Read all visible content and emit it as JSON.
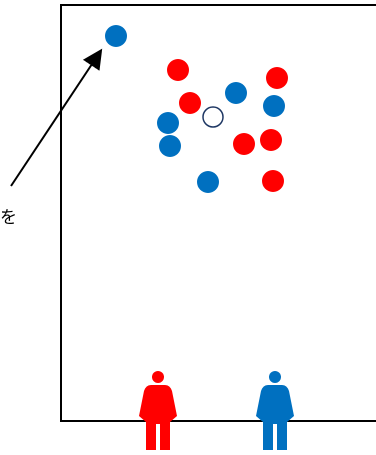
{
  "annotation": {
    "text": "を"
  },
  "colors": {
    "red": "#ff0000",
    "blue": "#0070c0",
    "outline": "#1f3864",
    "frame": "#000000"
  },
  "dots": [
    {
      "id": "blue-dot-target",
      "color": "blue"
    },
    {
      "id": "red-dot-1",
      "color": "red"
    },
    {
      "id": "red-dot-2",
      "color": "red"
    },
    {
      "id": "red-dot-3",
      "color": "red"
    },
    {
      "id": "blue-dot-1",
      "color": "blue"
    },
    {
      "id": "blue-dot-2",
      "color": "blue"
    },
    {
      "id": "blue-dot-3",
      "color": "blue"
    },
    {
      "id": "hollow-dot",
      "color": "outline"
    },
    {
      "id": "blue-dot-4",
      "color": "blue"
    },
    {
      "id": "red-dot-4",
      "color": "red"
    },
    {
      "id": "red-dot-5",
      "color": "red"
    },
    {
      "id": "blue-dot-5",
      "color": "blue"
    },
    {
      "id": "red-dot-6",
      "color": "red"
    }
  ],
  "figures": [
    {
      "id": "person-red",
      "color": "red"
    },
    {
      "id": "person-blue",
      "color": "blue"
    }
  ]
}
